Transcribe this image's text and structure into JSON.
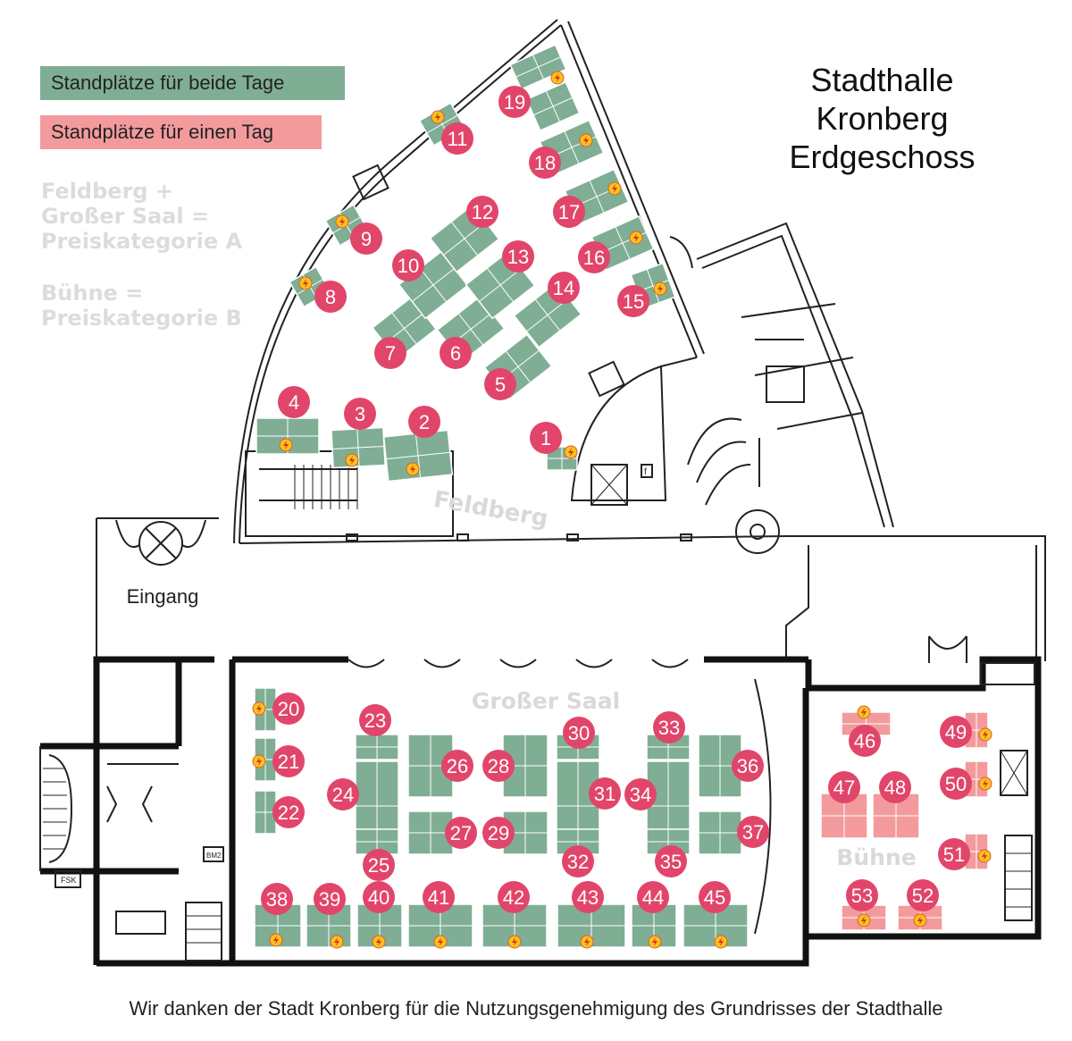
{
  "legend": {
    "both_days": "Standplätze für beide Tage",
    "one_day": "Standplätze für einen Tag",
    "colors": {
      "both_days": "#7fae95",
      "one_day": "#f39a9d",
      "number_circle": "#e2456a",
      "power_icon": "#f6c21c"
    }
  },
  "title": {
    "line1": "Stadthalle",
    "line2": "Kronberg",
    "line3": "Erdgeschoss"
  },
  "categories": {
    "a_line1": "Feldberg +",
    "a_line2": "Großer Saal =",
    "a_line3": "Preiskategorie A",
    "b_line1": "Bühne =",
    "b_line2": "Preiskategorie B"
  },
  "rooms": {
    "feldberg": "Feldberg",
    "grosser_saal": "Großer Saal",
    "buehne": "Bühne",
    "eingang": "Eingang"
  },
  "small_labels": {
    "fsk": "FSK",
    "bm2": "BM2",
    "f": "f"
  },
  "credit": "Wir danken der Stadt Kronberg für die Nutzungsgenehmigung des Grundrisses der Stadthalle",
  "stands": [
    {
      "number": "1",
      "type": "both_days",
      "power": true
    },
    {
      "number": "2",
      "type": "both_days",
      "power": true
    },
    {
      "number": "3",
      "type": "both_days",
      "power": true
    },
    {
      "number": "4",
      "type": "both_days",
      "power": true
    },
    {
      "number": "5",
      "type": "both_days",
      "power": false
    },
    {
      "number": "6",
      "type": "both_days",
      "power": false
    },
    {
      "number": "7",
      "type": "both_days",
      "power": false
    },
    {
      "number": "8",
      "type": "both_days",
      "power": true
    },
    {
      "number": "9",
      "type": "both_days",
      "power": true
    },
    {
      "number": "10",
      "type": "both_days",
      "power": false
    },
    {
      "number": "11",
      "type": "both_days",
      "power": true
    },
    {
      "number": "12",
      "type": "both_days",
      "power": false
    },
    {
      "number": "13",
      "type": "both_days",
      "power": false
    },
    {
      "number": "14",
      "type": "both_days",
      "power": false
    },
    {
      "number": "15",
      "type": "both_days",
      "power": true
    },
    {
      "number": "16",
      "type": "both_days",
      "power": true
    },
    {
      "number": "17",
      "type": "both_days",
      "power": true
    },
    {
      "number": "18",
      "type": "both_days",
      "power": true
    },
    {
      "number": "19",
      "type": "both_days",
      "power": true
    },
    {
      "number": "20",
      "type": "both_days",
      "power": true
    },
    {
      "number": "21",
      "type": "both_days",
      "power": true
    },
    {
      "number": "22",
      "type": "both_days",
      "power": false
    },
    {
      "number": "23",
      "type": "both_days",
      "power": false
    },
    {
      "number": "24",
      "type": "both_days",
      "power": false
    },
    {
      "number": "25",
      "type": "both_days",
      "power": false
    },
    {
      "number": "26",
      "type": "both_days",
      "power": false
    },
    {
      "number": "27",
      "type": "both_days",
      "power": false
    },
    {
      "number": "28",
      "type": "both_days",
      "power": false
    },
    {
      "number": "29",
      "type": "both_days",
      "power": false
    },
    {
      "number": "30",
      "type": "both_days",
      "power": false
    },
    {
      "number": "31",
      "type": "both_days",
      "power": false
    },
    {
      "number": "32",
      "type": "both_days",
      "power": false
    },
    {
      "number": "33",
      "type": "both_days",
      "power": false
    },
    {
      "number": "34",
      "type": "both_days",
      "power": false
    },
    {
      "number": "35",
      "type": "both_days",
      "power": false
    },
    {
      "number": "36",
      "type": "both_days",
      "power": false
    },
    {
      "number": "37",
      "type": "both_days",
      "power": false
    },
    {
      "number": "38",
      "type": "both_days",
      "power": true
    },
    {
      "number": "39",
      "type": "both_days",
      "power": true
    },
    {
      "number": "40",
      "type": "both_days",
      "power": true
    },
    {
      "number": "41",
      "type": "both_days",
      "power": true
    },
    {
      "number": "42",
      "type": "both_days",
      "power": true
    },
    {
      "number": "43",
      "type": "both_days",
      "power": true
    },
    {
      "number": "44",
      "type": "both_days",
      "power": true
    },
    {
      "number": "45",
      "type": "both_days",
      "power": true
    },
    {
      "number": "46",
      "type": "one_day",
      "power": true
    },
    {
      "number": "47",
      "type": "one_day",
      "power": false
    },
    {
      "number": "48",
      "type": "one_day",
      "power": false
    },
    {
      "number": "49",
      "type": "one_day",
      "power": true
    },
    {
      "number": "50",
      "type": "one_day",
      "power": true
    },
    {
      "number": "51",
      "type": "one_day",
      "power": true
    },
    {
      "number": "52",
      "type": "one_day",
      "power": true
    },
    {
      "number": "53",
      "type": "one_day",
      "power": true
    }
  ]
}
